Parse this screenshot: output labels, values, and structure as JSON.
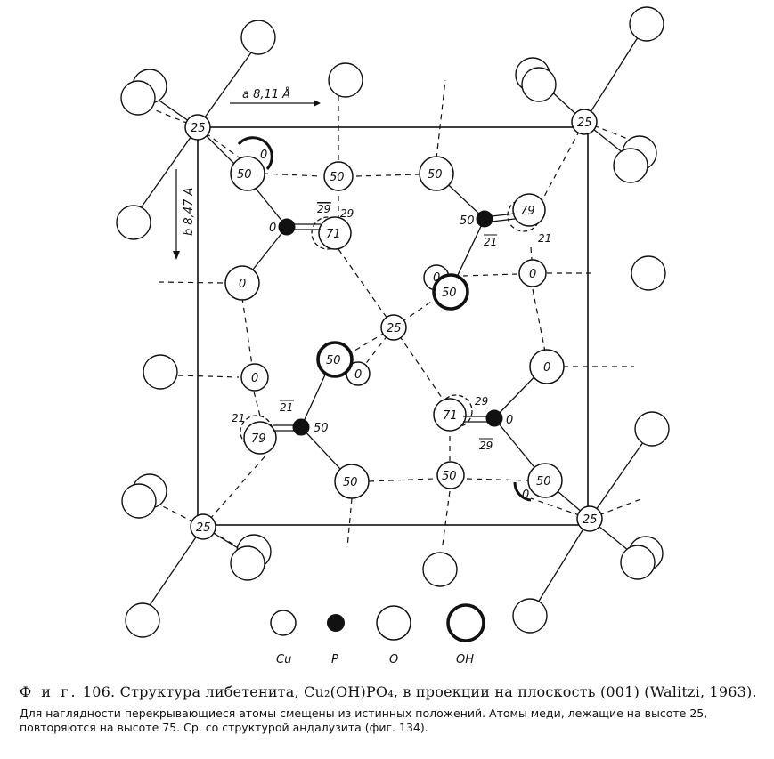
{
  "figure": {
    "axis_a": "a 8,11 Å",
    "axis_b": "b 8,47 A",
    "atom_heights": {
      "cu_top_left": "25",
      "cu_top_right": "25",
      "cu_center": "25",
      "cu_bottom_left": "25",
      "cu_bottom_right": "25",
      "o_50_a": "50",
      "o_50_b": "50",
      "o_50_c": "50",
      "o_50_d": "50",
      "o_50_e": "50",
      "o_0_a": "0",
      "o_0_b": "0",
      "o_0_c": "0",
      "o_0_d": "0",
      "o_0_e": "0",
      "o_71_a": "71",
      "o_71_b": "71",
      "o_79_a": "79",
      "o_79_b": "79",
      "oh_50_a": "50",
      "oh_50_b": "50",
      "oh_0_a": "0",
      "oh_0_b": "0",
      "oh_0_c": "0",
      "oh_0_d": "0",
      "p_0_a": "0",
      "p_50_a": "50",
      "p_50_b": "50",
      "p_0_b": "0",
      "p29a": "29",
      "p29b": "29",
      "p21a": "21",
      "p21b": "21",
      "p29c": "29",
      "p29d": "29",
      "p21c": "21",
      "p21d": "21"
    },
    "legend": [
      {
        "symbol": "cu",
        "label": "Cu"
      },
      {
        "symbol": "p",
        "label": "P"
      },
      {
        "symbol": "o",
        "label": "O"
      },
      {
        "symbol": "oh",
        "label": "OH"
      }
    ]
  },
  "caption": {
    "fig_label": "Ф и г.",
    "fig_number": "106.",
    "title_text": "Структура либетенита, Cu₂(OH)PO₄, в проекции на плоскость (001) (Walitzi, 1963).",
    "note": "Для наглядности перекрывающиеся атомы смещены из истинных положений. Атомы меди, лежащие на высоте 25, повторяются на высоте 75. Ср. со структурой андалузита (фиг. 134)."
  }
}
